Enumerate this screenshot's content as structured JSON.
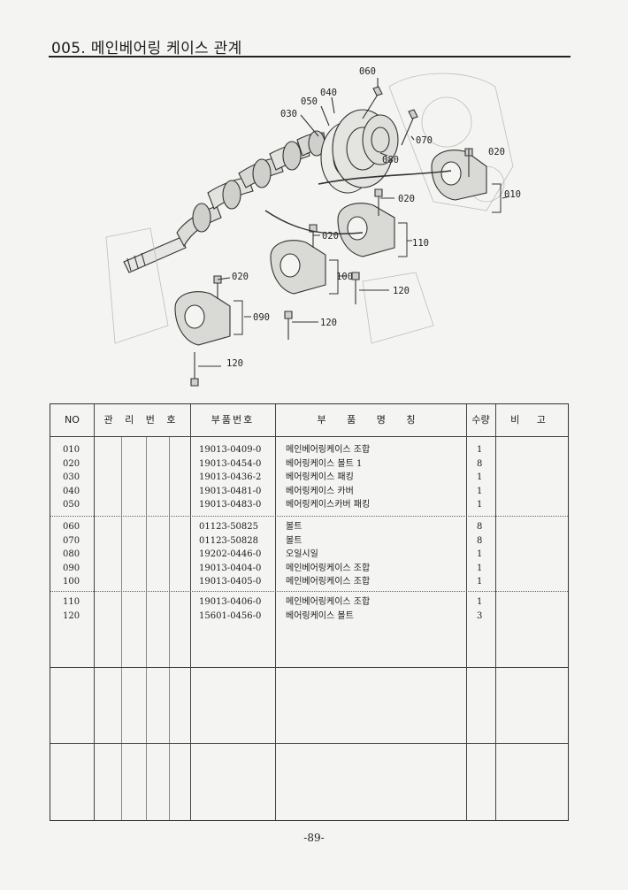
{
  "page": {
    "title": "005. 메인베어링 케이스 관계",
    "page_number": "-89-"
  },
  "diagram": {
    "callouts": [
      "060",
      "040",
      "050",
      "030",
      "070",
      "080",
      "020",
      "010",
      "020",
      "020",
      "110",
      "100",
      "120",
      "020",
      "090",
      "120",
      "120"
    ]
  },
  "table": {
    "headers": {
      "no": "NO",
      "management_no": "관 리 번 호",
      "part_no": "부품번호",
      "part_name": "부 품 명 칭",
      "qty": "수량",
      "remarks": "비 고"
    },
    "groups": [
      {
        "rows": [
          {
            "no": "010",
            "part_no": "19013-0409-0",
            "name": "메인베어링케이스 조합",
            "qty": "1"
          },
          {
            "no": "020",
            "part_no": "19013-0454-0",
            "name": "베어링케이스 볼트 1",
            "qty": "8"
          },
          {
            "no": "030",
            "part_no": "19013-0436-2",
            "name": "베어링케이스 패킹",
            "qty": "1"
          },
          {
            "no": "040",
            "part_no": "19013-0481-0",
            "name": "베어링케이스 카버",
            "qty": "1"
          },
          {
            "no": "050",
            "part_no": "19013-0483-0",
            "name": "베어링케이스카버 패킹",
            "qty": "1"
          }
        ]
      },
      {
        "rows": [
          {
            "no": "060",
            "part_no": "01123-50825",
            "name": "볼트",
            "qty": "8"
          },
          {
            "no": "070",
            "part_no": "01123-50828",
            "name": "볼트",
            "qty": "8"
          },
          {
            "no": "080",
            "part_no": "19202-0446-0",
            "name": "오일시일",
            "qty": "1"
          },
          {
            "no": "090",
            "part_no": "19013-0404-0",
            "name": "메인베어링케이스 조합",
            "qty": "1"
          },
          {
            "no": "100",
            "part_no": "19013-0405-0",
            "name": "메인베어링케이스 조합",
            "qty": "1"
          }
        ]
      },
      {
        "rows": [
          {
            "no": "110",
            "part_no": "19013-0406-0",
            "name": "메인베어링케이스 조합",
            "qty": "1"
          },
          {
            "no": "120",
            "part_no": "15601-0456-0",
            "name": "베어링케이스 볼트",
            "qty": "3"
          }
        ]
      }
    ]
  }
}
